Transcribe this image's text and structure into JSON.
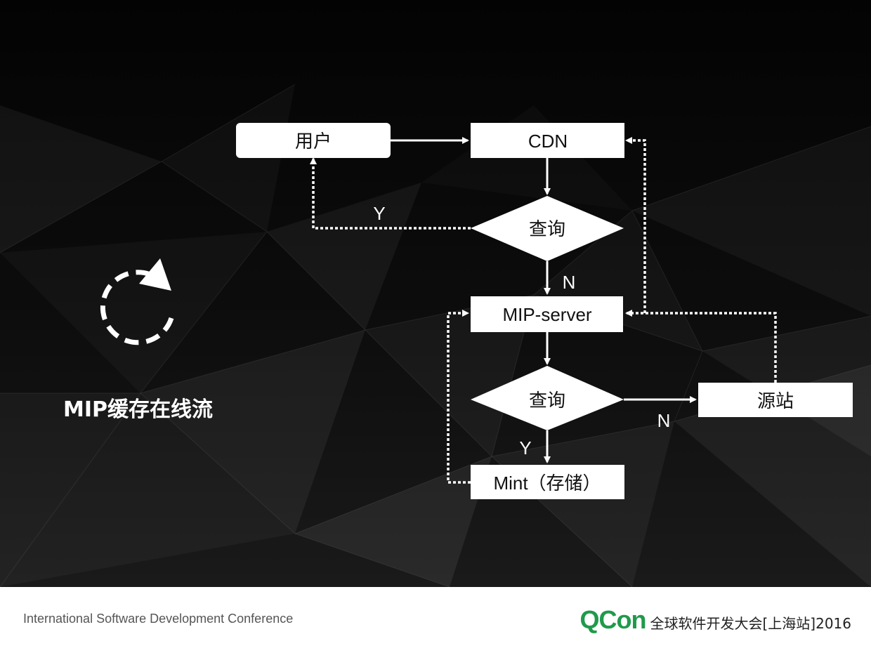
{
  "slide": {
    "title": "MIP缓存在线流"
  },
  "diagram": {
    "nodes": {
      "user": "用户",
      "cdn": "CDN",
      "query1": "查询",
      "mip_server": "MIP-server",
      "query2": "查询",
      "origin": "源站",
      "mint": "Mint（存储）"
    },
    "edge_labels": {
      "q1_yes": "Y",
      "q1_no": "N",
      "q2_no": "N",
      "q2_yes": "Y"
    }
  },
  "footer": {
    "conference_name": "International Software Development Conference",
    "logo_text": "QCon",
    "subtitle": "全球软件开发大会[上海站]2016"
  },
  "colors": {
    "background": "#050505",
    "node_fill": "#ffffff",
    "arrow": "#ffffff",
    "logo": "#1f9a4b"
  }
}
